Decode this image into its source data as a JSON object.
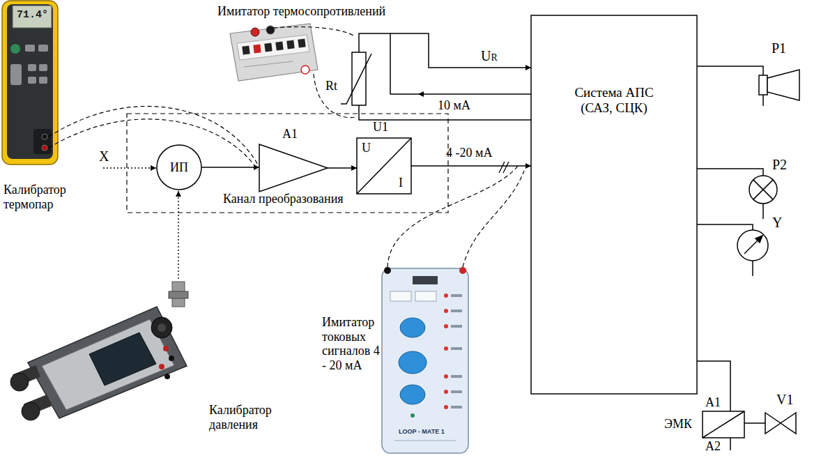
{
  "diagram": {
    "nodes": [
      {
        "text": [
          "Rt"
        ]
      },
      {
        "text": [
          "Система АПС (САЗ, СЦК)"
        ]
      },
      {
        "text": [
          "Канал преобразования"
        ]
      },
      {
        "text": [
          "ИП"
        ],
        "in": 2
      },
      {
        "text": [
          "A1"
        ],
        "in": 2
      },
      {
        "text": [
          "U1",
          "U",
          "I"
        ],
        "in": 2
      },
      {
        "text": [
          "P1"
        ]
      },
      {
        "text": [
          "P2"
        ]
      },
      {
        "text": [
          "Y"
        ]
      },
      {
        "text": [
          "ЭМК",
          "A1",
          "A2"
        ]
      },
      {
        "text": [
          "V1"
        ]
      }
    ],
    "edges": [
      {
        "from": 0,
        "to": 1,
        "label": "UR",
        "arrow": "to"
      },
      {
        "from": 1,
        "to": 0,
        "label": "10 мА",
        "arrow": "to"
      },
      {
        "from": 0,
        "to": 1,
        "arrow": "none"
      },
      {
        "from": 3,
        "to": 4,
        "arrow": "to"
      },
      {
        "from": 4,
        "to": 5,
        "arrow": "to"
      },
      {
        "from": 5,
        "to": 1,
        "label": "4 -20 мА",
        "arrow": "to"
      },
      {
        "from": 1,
        "to": 6,
        "arrow": "none"
      },
      {
        "from": 1,
        "to": 7,
        "arrow": "none"
      },
      {
        "from": 1,
        "to": 8,
        "arrow": "none"
      },
      {
        "from": 1,
        "to": 9,
        "arrow": "none"
      },
      {
        "from": 9,
        "to": 10,
        "arrow": "none"
      }
    ],
    "labels": [
      "71.4°",
      "Имитатор термосопротивлений",
      "Калибратор термопар",
      "X",
      "Калибратор давления",
      "LOOP - MATE 1",
      "Имитатор токовых сигналов 4 - 20 мА"
    ]
  }
}
